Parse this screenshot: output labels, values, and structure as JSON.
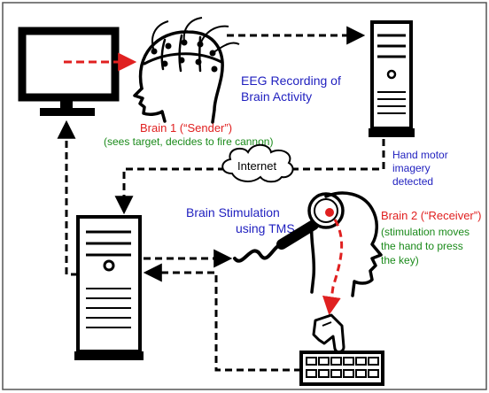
{
  "colors": {
    "blue_label": "#1f1fbf",
    "red_label": "#e01f1f",
    "green_label": "#1a8a1a",
    "arrow_red": "#e02020",
    "outline": "#000000",
    "frame": "#555555"
  },
  "labels": {
    "eeg_line1": "EEG Recording of",
    "eeg_line2": "Brain Activity",
    "sender_title": "Brain 1 (“Sender”)",
    "sender_desc": "(sees target, decides to fire cannon)",
    "internet": "Internet",
    "motor_line1": "Hand motor",
    "motor_line2": "imagery",
    "motor_line3": "detected",
    "stim_line1": "Brain Stimulation",
    "stim_line2": "using TMS",
    "receiver_title": "Brain 2 (“Receiver”)",
    "receiver_line1": "(stimulation moves",
    "receiver_line2": "the hand to press",
    "receiver_line3": "the key)"
  },
  "icons": [
    "monitor-icon",
    "sender-head-icon",
    "eeg-computer-icon",
    "internet-cloud-icon",
    "receiver-computer-icon",
    "tms-coil-icon",
    "receiver-head-icon",
    "hand-icon",
    "keyboard-icon"
  ]
}
